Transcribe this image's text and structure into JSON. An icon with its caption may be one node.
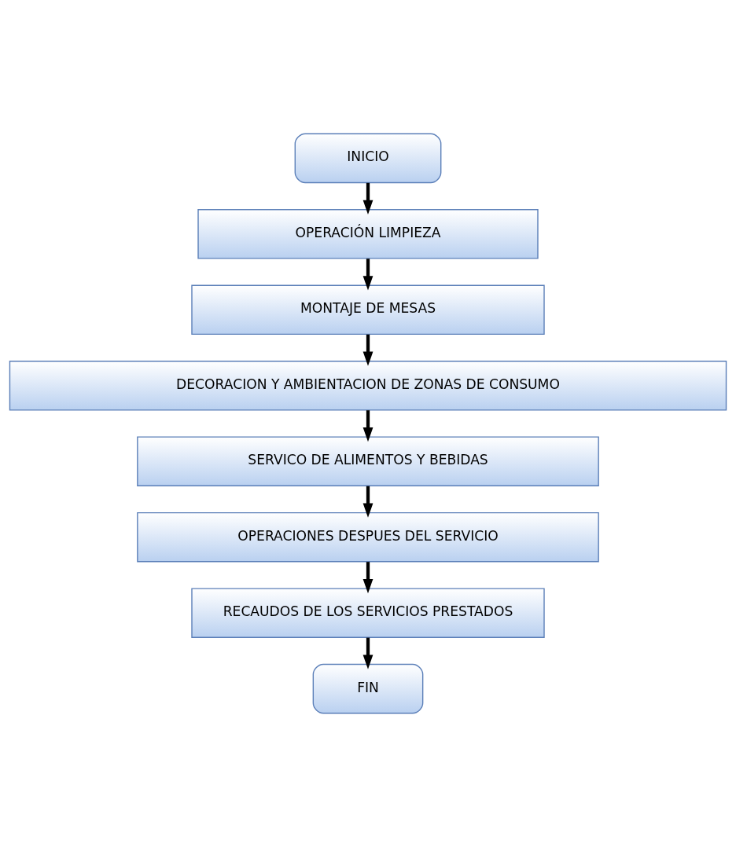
{
  "diagram": {
    "nodes": [
      {
        "text": [
          "INICIO"
        ]
      },
      {
        "text": [
          "OPERACIÓN LIMPIEZA"
        ]
      },
      {
        "text": [
          "MONTAJE DE MESAS"
        ]
      },
      {
        "text": [
          "DECORACION Y AMBIENTACION DE ZONAS DE CONSUMO"
        ]
      },
      {
        "text": [
          "SERVICO DE ALIMENTOS Y BEBIDAS"
        ]
      },
      {
        "text": [
          "OPERACIONES DESPUES DEL SERVICIO"
        ]
      },
      {
        "text": [
          "RECAUDOS DE LOS SERVICIOS PRESTADOS"
        ]
      },
      {
        "text": [
          "FIN"
        ]
      }
    ],
    "edges": [
      {
        "from": 0,
        "to": 1,
        "arrow": "to"
      },
      {
        "from": 1,
        "to": 2,
        "arrow": "to"
      },
      {
        "from": 2,
        "to": 3,
        "arrow": "to"
      },
      {
        "from": 3,
        "to": 4,
        "arrow": "to"
      },
      {
        "from": 4,
        "to": 5,
        "arrow": "to"
      },
      {
        "from": 5,
        "to": 6,
        "arrow": "to"
      },
      {
        "from": 6,
        "to": 7,
        "arrow": "to"
      }
    ]
  }
}
